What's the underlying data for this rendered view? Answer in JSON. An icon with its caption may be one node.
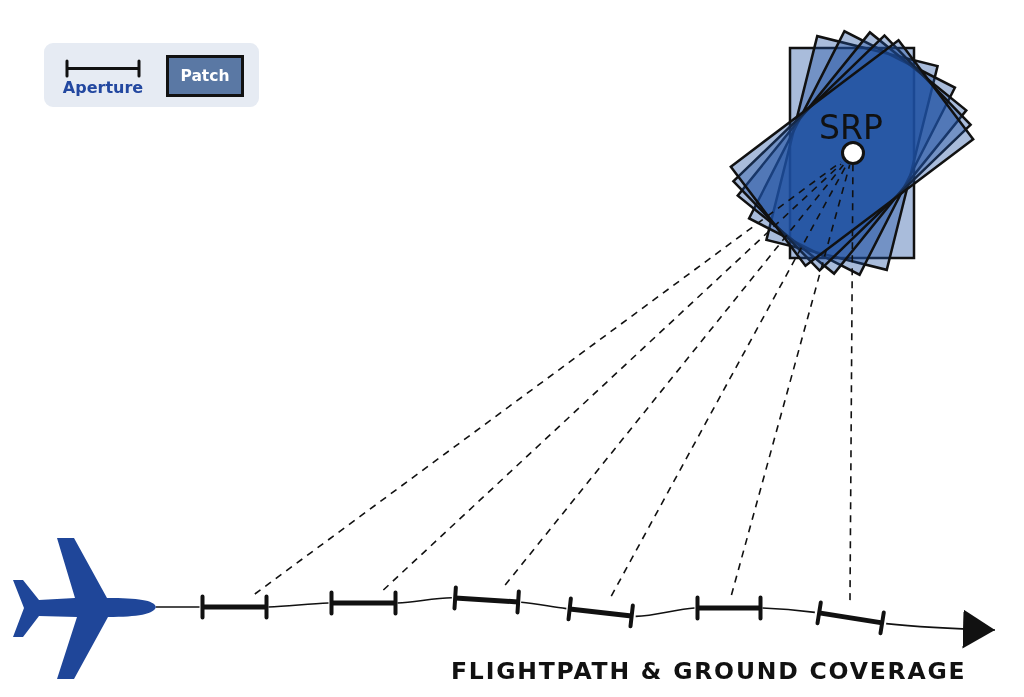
{
  "diagram": {
    "caption": "FLIGHTPATH & GROUND COVERAGE",
    "nodes": [
      {
        "text": [],
        "shape": "circle",
        "beside": [
          "SRP"
        ]
      },
      {
        "text": [],
        "shape": "picture"
      },
      {
        "text": [],
        "shape": "bar"
      },
      {
        "text": [],
        "shape": "bar"
      },
      {
        "text": [],
        "shape": "bar"
      },
      {
        "text": [],
        "shape": "bar"
      },
      {
        "text": [],
        "shape": "bar"
      },
      {
        "text": [],
        "shape": "bar"
      }
    ],
    "edges": [
      {
        "from": 1,
        "to": 2,
        "arrow": "none"
      },
      {
        "from": 2,
        "to": 3,
        "arrow": "none"
      },
      {
        "from": 3,
        "to": 4,
        "arrow": "none"
      },
      {
        "from": 4,
        "to": 5,
        "arrow": "none"
      },
      {
        "from": 5,
        "to": 6,
        "arrow": "none"
      },
      {
        "from": 6,
        "to": 7,
        "arrow": "none"
      },
      {
        "from": 7,
        "to": null,
        "arrow": "to"
      },
      {
        "from": 2,
        "to": 0,
        "arrow": "none",
        "style": "dashed"
      },
      {
        "from": 3,
        "to": 0,
        "arrow": "none",
        "style": "dashed"
      },
      {
        "from": 4,
        "to": 0,
        "arrow": "none",
        "style": "dashed"
      },
      {
        "from": 5,
        "to": 0,
        "arrow": "none",
        "style": "dashed"
      },
      {
        "from": 6,
        "to": 0,
        "arrow": "none",
        "style": "dashed"
      },
      {
        "from": 7,
        "to": 0,
        "arrow": "none",
        "style": "dashed"
      }
    ],
    "legend": [
      {
        "text": "Aperture"
      },
      {
        "text": "Patch",
        "color": "#5a78a4"
      }
    ]
  }
}
